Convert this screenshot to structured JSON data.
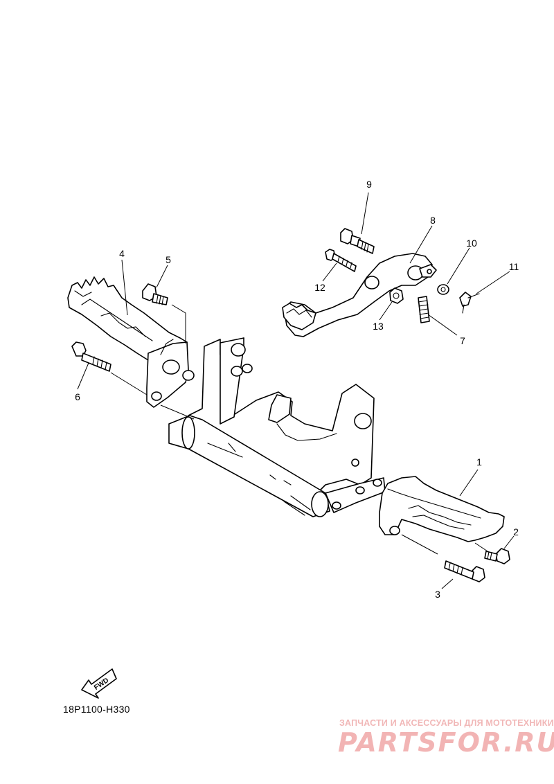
{
  "diagram": {
    "code": "18P1100-H330",
    "fwd_label": "FWD",
    "callouts": [
      "1",
      "2",
      "3",
      "4",
      "5",
      "6",
      "7",
      "8",
      "9",
      "10",
      "11",
      "12",
      "13"
    ]
  },
  "watermark": {
    "caption": "ЗАПЧАСТИ И АКСЕССУАРЫ ДЛЯ МОТОТЕХНИКИ",
    "logo": "PARTSFOR.RU",
    "color": "#f2b4b4"
  }
}
